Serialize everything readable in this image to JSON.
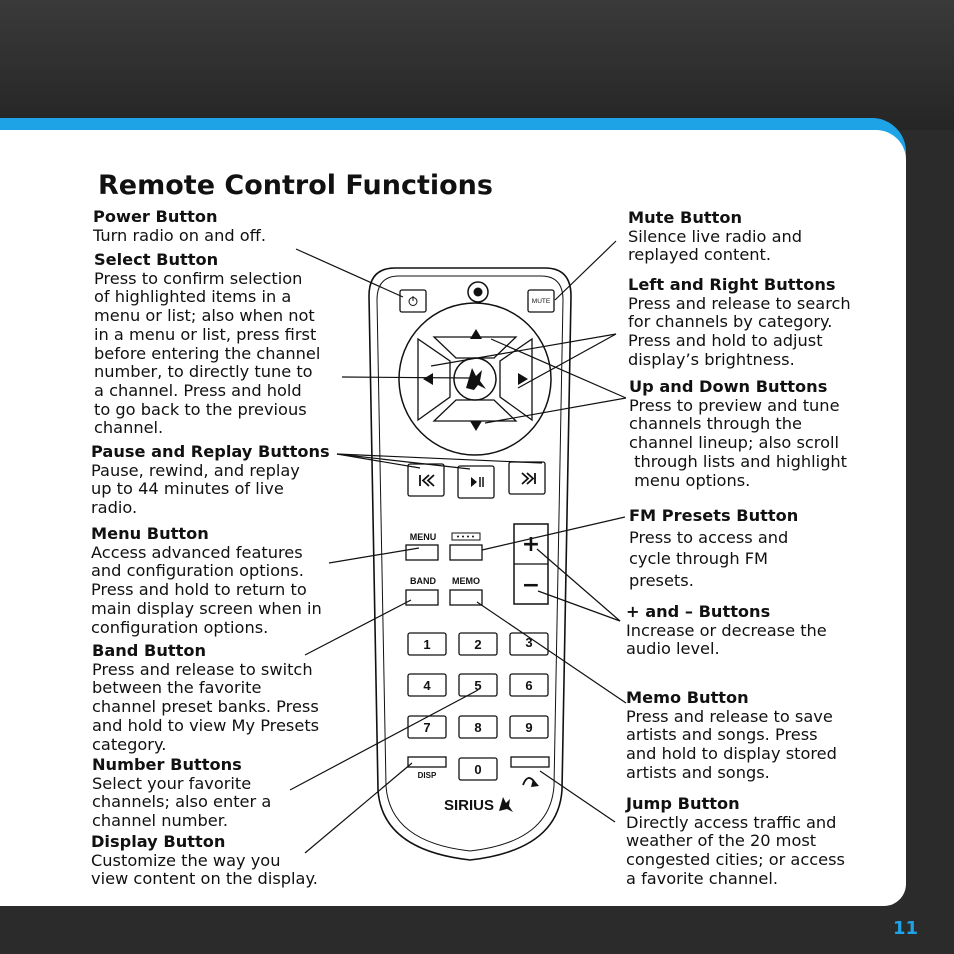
{
  "page": {
    "title": "Remote Control Functions",
    "page_number": "11"
  },
  "remote": {
    "mute_label": "MUTE",
    "menu_label": "MENU",
    "band_label": "BAND",
    "memo_label": "MEMO",
    "disp_label": "DISP",
    "brand": "SIRIUS",
    "numbers": [
      "1",
      "2",
      "3",
      "4",
      "5",
      "6",
      "7",
      "8",
      "9",
      "0"
    ],
    "plus": "+",
    "minus": "−"
  },
  "left": [
    {
      "heading": "Power Button",
      "desc": "Turn radio on and off."
    },
    {
      "heading": "Select Button",
      "desc": "Press to confirm selection\nof highlighted items in a\nmenu or list; also when not\nin a menu or list, press first\nbefore entering the channel\nnumber, to directly tune to\na channel. Press and hold\nto go back to the previous\nchannel."
    },
    {
      "heading": "Pause and Replay Buttons",
      "desc": "Pause, rewind, and replay\nup to 44 minutes of live\nradio."
    },
    {
      "heading": "Menu Button",
      "desc": "Access advanced features\nand configuration options.\nPress and hold to return to\nmain display screen when in\nconfiguration options."
    },
    {
      "heading": "Band Button",
      "desc": "Press and release to switch\nbetween the favorite\nchannel preset banks. Press\nand hold to view My Presets\ncategory."
    },
    {
      "heading": "Number Buttons",
      "desc": "Select your favorite\nchannels; also enter a\nchannel number."
    },
    {
      "heading": "Display Button",
      "desc": "Customize the way you\nview content on the display."
    }
  ],
  "right": [
    {
      "heading": "Mute Button",
      "desc": "Silence live radio and\nreplayed content."
    },
    {
      "heading": "Left and Right Buttons",
      "desc": "Press and release to search\nfor channels by category.\nPress and hold to adjust\ndisplay’s brightness."
    },
    {
      "heading": "Up and Down Buttons",
      "desc": "Press to preview and tune\nchannels through the\nchannel lineup; also scroll\n through lists and highlight\n menu options."
    },
    {
      "heading": "FM Presets Button",
      "desc": "Press to access and\ncycle through FM\npresets."
    },
    {
      "heading": "+ and – Buttons",
      "desc": "Increase or decrease the\naudio level."
    },
    {
      "heading": "Memo Button",
      "desc": "Press and release to save\nartists and songs. Press\nand hold to display stored\nartists and songs."
    },
    {
      "heading": "Jump Button",
      "desc": "Directly access traffic and\nweather of the 20 most\ncongested cities; or access\na favorite channel."
    }
  ]
}
